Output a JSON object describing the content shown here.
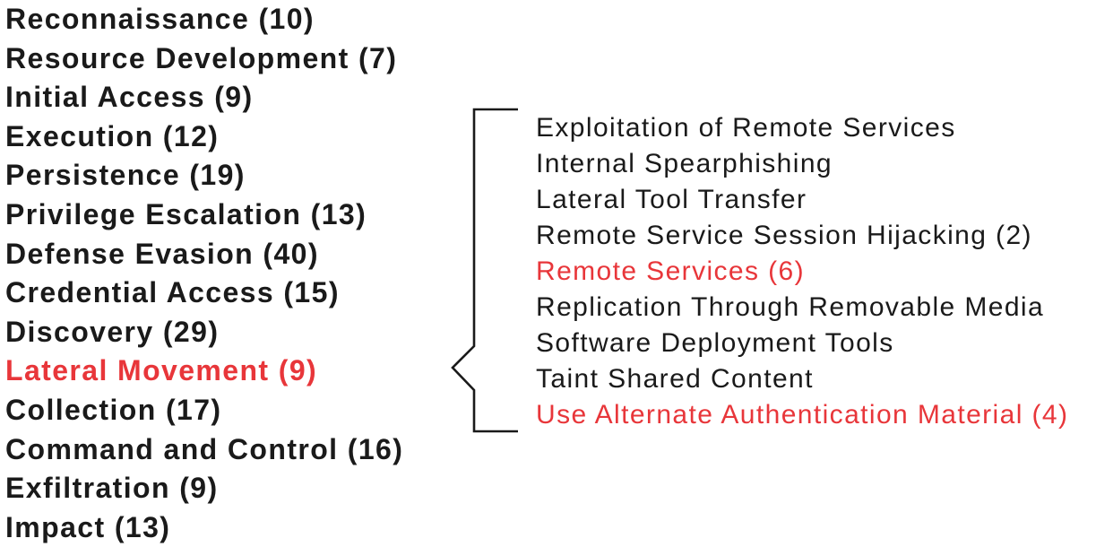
{
  "colors": {
    "background": "#ffffff",
    "text": "#1a1a1a",
    "highlight_red": "#e8363a",
    "bracket": "#1a1a1a"
  },
  "tactics": {
    "items": [
      {
        "label": "Reconnaissance (10)",
        "highlighted": false
      },
      {
        "label": "Resource Development (7)",
        "highlighted": false
      },
      {
        "label": "Initial Access (9)",
        "highlighted": false
      },
      {
        "label": "Execution (12)",
        "highlighted": false
      },
      {
        "label": "Persistence (19)",
        "highlighted": false
      },
      {
        "label": "Privilege Escalation (13)",
        "highlighted": false
      },
      {
        "label": "Defense Evasion (40)",
        "highlighted": false
      },
      {
        "label": "Credential Access (15)",
        "highlighted": false
      },
      {
        "label": "Discovery (29)",
        "highlighted": false
      },
      {
        "label": "Lateral Movement (9)",
        "highlighted": true
      },
      {
        "label": "Collection (17)",
        "highlighted": false
      },
      {
        "label": "Command and Control (16)",
        "highlighted": false
      },
      {
        "label": "Exfiltration (9)",
        "highlighted": false
      },
      {
        "label": "Impact (13)",
        "highlighted": false
      }
    ]
  },
  "techniques": {
    "items": [
      {
        "label": "Exploitation of Remote Services",
        "highlighted": false
      },
      {
        "label": "Internal Spearphishing",
        "highlighted": false
      },
      {
        "label": "Lateral Tool Transfer",
        "highlighted": false
      },
      {
        "label": "Remote Service Session Hijacking (2)",
        "highlighted": false
      },
      {
        "label": "Remote Services (6)",
        "highlighted": true
      },
      {
        "label": "Replication Through Removable Media",
        "highlighted": false
      },
      {
        "label": "Software Deployment Tools",
        "highlighted": false
      },
      {
        "label": "Taint Shared Content",
        "highlighted": false
      },
      {
        "label": "Use Alternate Authentication Material (4)",
        "highlighted": true
      }
    ]
  }
}
